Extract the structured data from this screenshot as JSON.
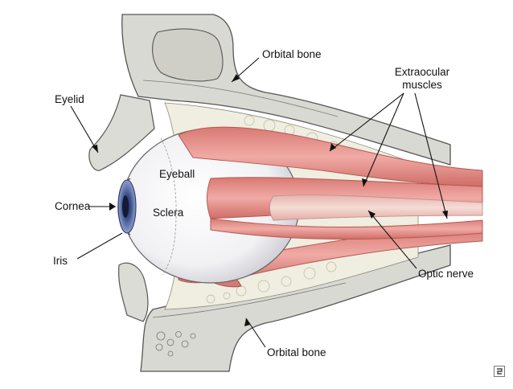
{
  "labels": {
    "orbital_bone_top": "Orbital bone",
    "extraocular_line1": "Extraocular",
    "extraocular_line2": "muscles",
    "eyelid": "Eyelid",
    "eyeball": "Eyeball",
    "cornea": "Cornea",
    "sclera": "Sclera",
    "iris": "Iris",
    "optic_nerve": "Optic nerve",
    "orbital_bone_bottom": "Orbital bone"
  },
  "colors": {
    "bone": "#d8d8d2",
    "bone_outline": "#555555",
    "fat": "#efeee0",
    "muscle": "#e59a95",
    "muscle_dark": "#c96660",
    "eyeball": "#f4f4f6",
    "cornea": "#5a6fa8",
    "nerve": "#ecc7c0"
  }
}
